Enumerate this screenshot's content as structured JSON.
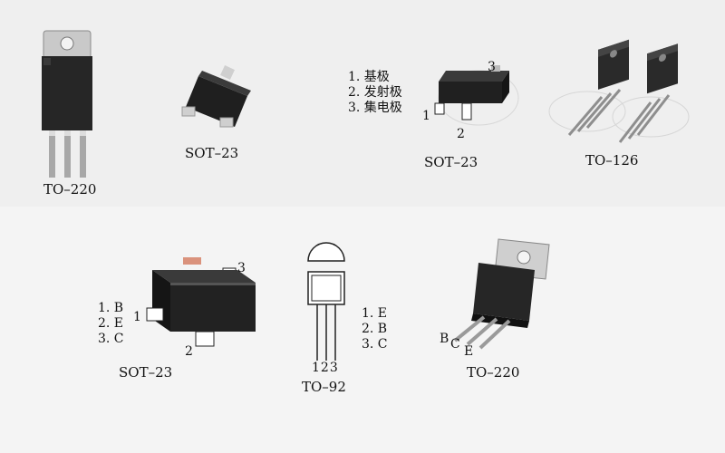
{
  "packages": {
    "to220_a": {
      "caption": "TO–220"
    },
    "sot23_a": {
      "caption": "SOT–23"
    },
    "sot23_b": {
      "caption": "SOT–23",
      "legend": [
        "1. 基极",
        "2. 发射极",
        "3. 集电极"
      ],
      "pins": [
        "1",
        "2",
        "3"
      ]
    },
    "to126": {
      "caption": "TO–126"
    },
    "sot23_c": {
      "caption": "SOT–23",
      "legend": [
        "1. B",
        "2. E",
        "3. C"
      ],
      "pins": [
        "1",
        "2",
        "3"
      ]
    },
    "to92": {
      "caption": "TO–92",
      "pin_numbers": "123",
      "legend": [
        "1. E",
        "2. B",
        "3. C"
      ]
    },
    "to220_b": {
      "caption": "TO–220",
      "pins": [
        "B",
        "C",
        "E"
      ]
    }
  },
  "colors": {
    "body": "#262626",
    "tab": "#bdbdbd",
    "lead": "#9a9a9a",
    "background": "#f3f3f3"
  }
}
